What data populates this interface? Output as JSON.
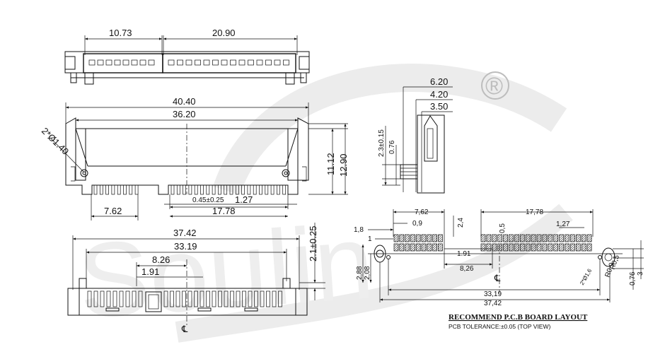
{
  "watermark": {
    "text": "Soulin",
    "symbol": "®",
    "color": "#e6e6e6"
  },
  "top_view": {
    "dims": [
      "10.73",
      "20.90"
    ]
  },
  "front_view": {
    "dims": [
      "40.40",
      "36.20",
      "11.12",
      "12.90",
      "2*Ø1.40",
      "7.62",
      "0.45±0.25",
      "1.27",
      "17.78"
    ]
  },
  "side_view": {
    "dims": [
      "6.20",
      "4.20",
      "3.50",
      "2.3±0.15",
      "0.76"
    ]
  },
  "bottom_view": {
    "dims": [
      "37.42",
      "33.19",
      "8.26",
      "1.91",
      "2.1±0.25"
    ],
    "centerline": "℄"
  },
  "pcb_layout": {
    "dims": [
      "7,62",
      "0,9",
      "1,8",
      "1",
      "2,4",
      "0,5",
      "17,78",
      "1,27",
      "1.91",
      "8,26",
      "2,88",
      "2,08",
      "33,19",
      "37,42",
      "0,76",
      "3",
      "R0,5",
      "R0,9",
      "2*Ø1,6"
    ],
    "centerline": "℄",
    "title": "RECOMMEND P.C.B BOARD LAYOUT",
    "tolerance": "PCB TOLERANCE:±0.05  (TOP VIEW)"
  }
}
